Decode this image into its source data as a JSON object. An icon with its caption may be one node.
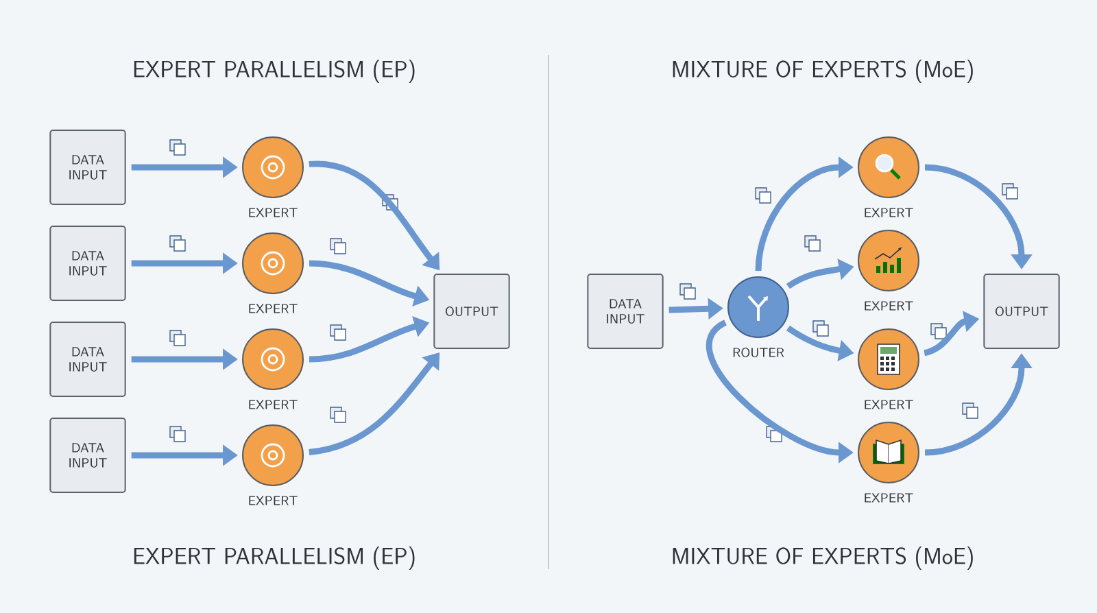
{
  "diagram": {
    "nodes": [
      {
        "text": [
          "DATA INPUT"
        ]
      },
      {
        "text": [
          "DATA INPUT"
        ]
      },
      {
        "text": [
          "DATA INPUT"
        ]
      },
      {
        "text": [
          "DATA INPUT"
        ]
      },
      {
        "text": [
          "EXPERT"
        ]
      },
      {
        "text": [
          "EXPERT"
        ]
      },
      {
        "text": [
          "EXPERT"
        ]
      },
      {
        "text": [
          "EXPERT"
        ]
      },
      {
        "text": [
          "OUTPUT"
        ]
      },
      {
        "text": [
          "DATA INPUT"
        ]
      },
      {
        "text": [
          "ROUTER"
        ]
      },
      {
        "text": [
          "EXPERT"
        ]
      },
      {
        "text": [
          "EXPERT"
        ]
      },
      {
        "text": [
          "EXPERT"
        ]
      },
      {
        "text": [
          "EXPERT"
        ]
      },
      {
        "text": [
          "OUTPUT"
        ]
      }
    ],
    "edges": [
      {
        "from": 0,
        "to": 4,
        "arrow": "to"
      },
      {
        "from": 1,
        "to": 5,
        "arrow": "to"
      },
      {
        "from": 2,
        "to": 6,
        "arrow": "to"
      },
      {
        "from": 3,
        "to": 7,
        "arrow": "to"
      },
      {
        "from": 4,
        "to": 8,
        "arrow": "to"
      },
      {
        "from": 5,
        "to": 8,
        "arrow": "to"
      },
      {
        "from": 6,
        "to": 8,
        "arrow": "to"
      },
      {
        "from": 7,
        "to": 8,
        "arrow": "to"
      },
      {
        "from": 9,
        "to": 10,
        "arrow": "to"
      },
      {
        "from": 10,
        "to": 11,
        "arrow": "to"
      },
      {
        "from": 10,
        "to": 12,
        "arrow": "to"
      },
      {
        "from": 10,
        "to": 13,
        "arrow": "to"
      },
      {
        "from": 10,
        "to": 14,
        "arrow": "to"
      },
      {
        "from": 11,
        "to": 15,
        "arrow": "to"
      },
      {
        "from": 13,
        "to": 15,
        "arrow": "to"
      },
      {
        "from": 14,
        "to": 15,
        "arrow": "to"
      }
    ],
    "labels": [
      "EXPERT PARALLELISM (EP)",
      "MIXTURE OF EXPERTS (MoE)",
      "EXPERT PARALLELISM (EP)",
      "MIXTURE OF EXPERTS (MoE)"
    ]
  }
}
